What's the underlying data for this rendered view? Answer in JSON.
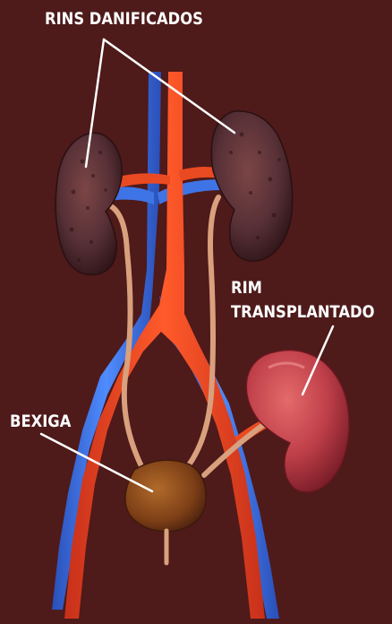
{
  "labels": {
    "damaged_kidneys": "RINS DANIFICADOS",
    "transplanted_kidney_line1": "RIM",
    "transplanted_kidney_line2": "TRANSPLANTADO",
    "bladder": "BEXIGA"
  },
  "colors": {
    "background": "#4e1a1a",
    "artery": "#e8441e",
    "vein": "#3a6fe0",
    "damaged_kidney": "#5a2a2c",
    "transplanted_kidney": "#c8464a",
    "ureter": "#d9a07e",
    "bladder": "#8a4a1e",
    "label_text": "#ffffff"
  }
}
